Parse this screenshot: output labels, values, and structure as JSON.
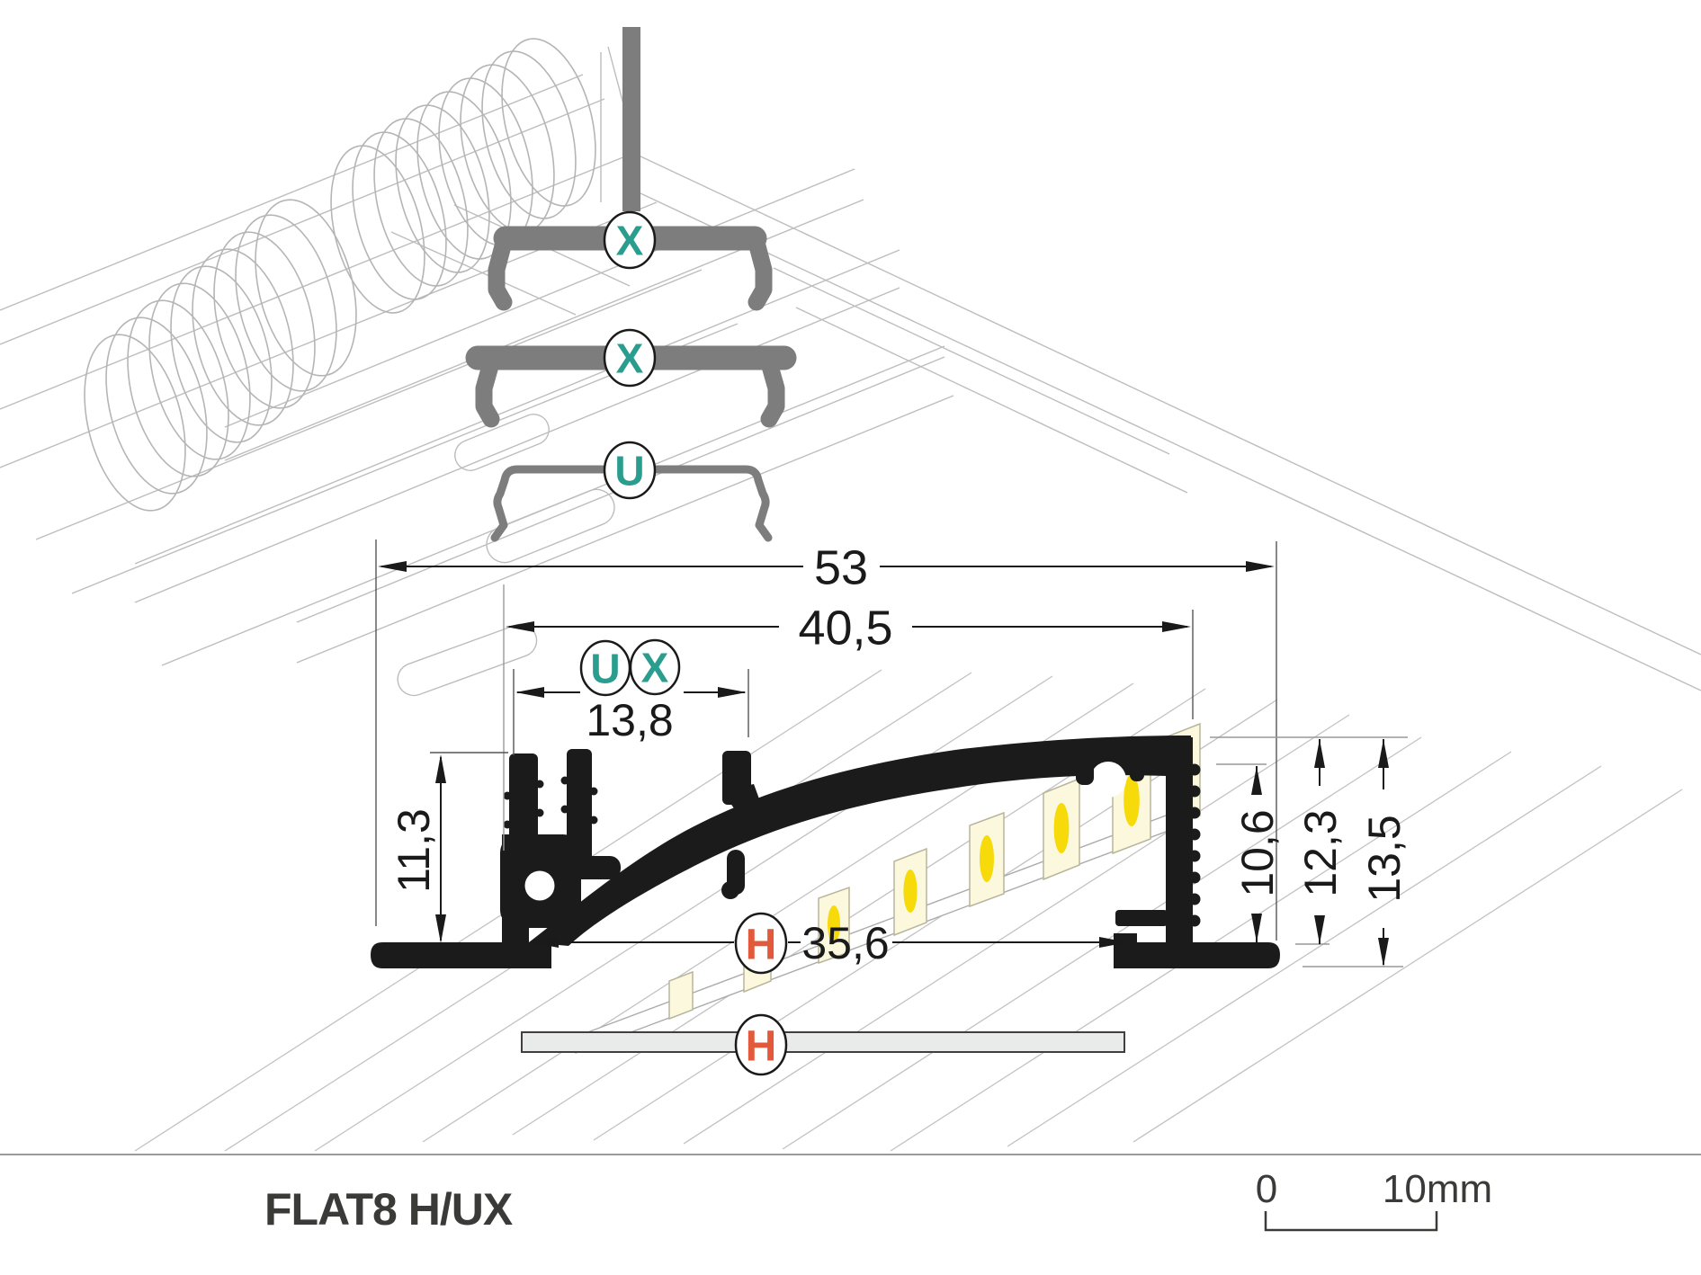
{
  "diagram": {
    "product_name": "FLAT8 H/UX",
    "mount_markers": {
      "clip_top": "X",
      "clip_mid": "X",
      "clip_bottom": "U"
    },
    "section_markers": {
      "pair_u": "U",
      "pair_x": "X",
      "base_h": "H",
      "diffuser_h": "H"
    },
    "dimensions_mm": {
      "total_width": "53",
      "inner_width": "40,5",
      "clip_seat_width": "13,8",
      "left_depth": "11,3",
      "base_width": "35,6",
      "inner_height": "10,6",
      "mid_height": "12,3",
      "total_height": "13,5"
    },
    "scale_bar": {
      "start": "0",
      "end": "10mm"
    },
    "colors": {
      "marker_teal": "#2a9d8f",
      "marker_orange": "#e2593b",
      "profile_black": "#1b1b1b",
      "clip_gray": "#7d7d7d",
      "led_yellow": "#f6da0a",
      "diffuser_gray": "#e9eaea"
    }
  }
}
